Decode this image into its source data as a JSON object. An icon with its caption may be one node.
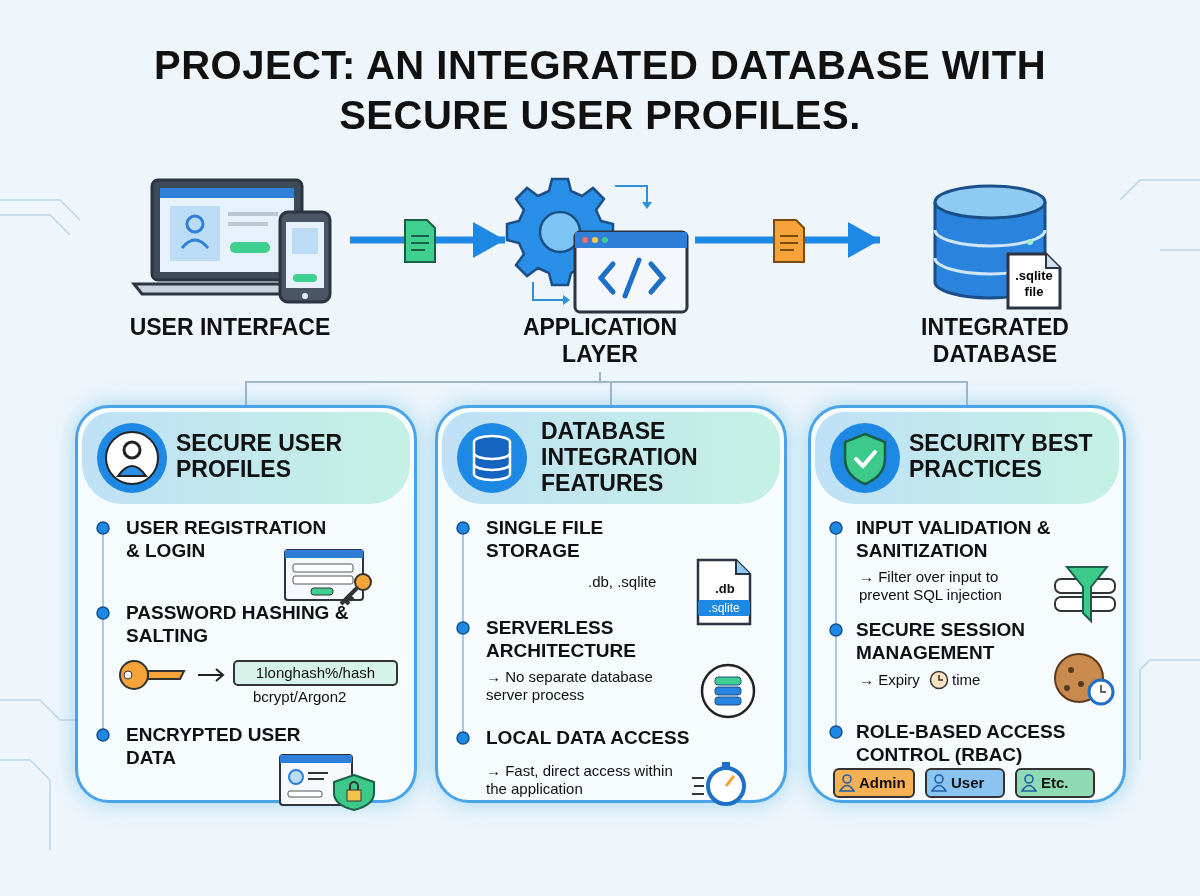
{
  "diagram": {
    "title": "PROJECT: AN INTEGRATED DATABASE WITH SECURE USER PROFILES.",
    "nodes": [
      {
        "text": [
          "USER INTERFACE"
        ]
      },
      {
        "text": [
          "APPLICATION LAYER"
        ]
      },
      {
        "text": [
          "INTEGRATED DATABASE"
        ]
      },
      {
        "text": [
          "SECURE USER PROFILES",
          "USER REGISTRATION & LOGIN",
          "PASSWORD HASHING & SALTING",
          "1longhash%/hash",
          "bcrypt/Argon2",
          "ENCRYPTED USER DATA"
        ]
      },
      {
        "text": [
          "DATABASE INTEGRATION FEATURES",
          "SINGLE FILE STORAGE",
          ".db, .sqlite",
          ".db",
          ".sqlite",
          "SERVERLESS ARCHITECTURE",
          "→ No separate database server process",
          "LOCAL DATA ACCESS",
          "→ Fast, direct access within the application"
        ]
      },
      {
        "text": [
          "SECURITY BEST PRACTICES",
          "INPUT VALIDATION & SANITIZATION",
          "→ Filter over input to prevent SQL injection",
          "SECURE SESSION MANAGEMENT",
          "→ Expiry",
          "time",
          "ROLE-BASED ACCESS CONTROL (RBAC)",
          "Admin",
          "User",
          "Etc."
        ]
      }
    ],
    "edges": [
      {
        "from": 0,
        "to": 1,
        "arrow": "to",
        "style": "thick",
        "color": "#1e88e5"
      },
      {
        "from": 1,
        "to": 2,
        "arrow": "to",
        "style": "thick",
        "color": "#1e88e5"
      },
      {
        "from": 1,
        "to": 3,
        "arrow": "none"
      },
      {
        "from": 1,
        "to": 4,
        "arrow": "none"
      },
      {
        "from": 1,
        "to": 5,
        "arrow": "none"
      }
    ],
    "labels": [
      ".sqlite file"
    ]
  }
}
